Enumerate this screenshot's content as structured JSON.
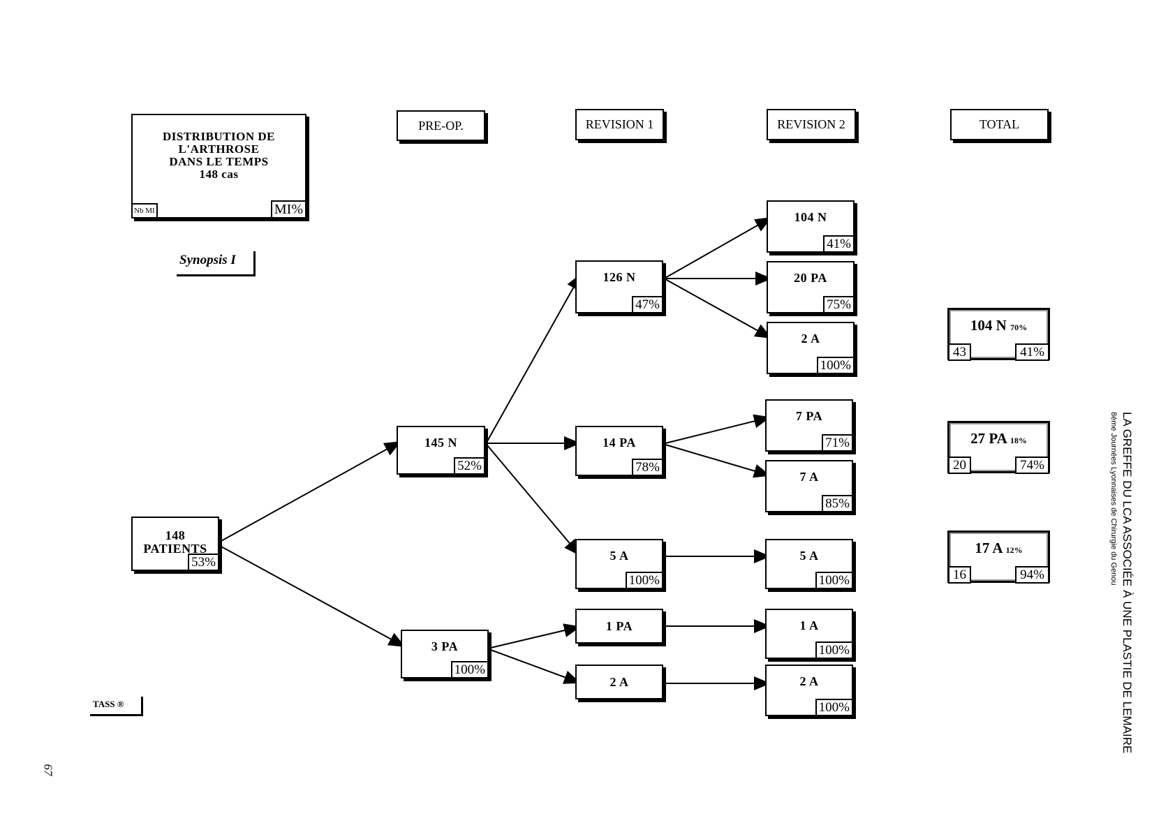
{
  "title_box": {
    "lines": [
      "DISTRIBUTION DE",
      "L'ARTHROSE",
      "DANS LE TEMPS",
      "148 cas"
    ],
    "left_tag": "Nb MI",
    "right_tag": "MI%"
  },
  "synopsis": "Synopsis I",
  "tass": "TASS ®",
  "page_number": "67",
  "headers": [
    "PRE-OP.",
    "REVISION 1",
    "REVISION 2",
    "TOTAL"
  ],
  "nodes": {
    "root": {
      "lines": [
        "148",
        "PATIENTS"
      ],
      "pct": "53%"
    },
    "pre_n": {
      "label": "145 N",
      "pct": "52%"
    },
    "pre_pa": {
      "label": "3 PA",
      "pct": "100%"
    },
    "r1_126n": {
      "label": "126 N",
      "pct": "47%"
    },
    "r1_14pa": {
      "label": "14 PA",
      "pct": "78%"
    },
    "r1_5a": {
      "label": "5 A",
      "pct": "100%"
    },
    "r1_1pa": {
      "label": "1 PA",
      "pct": ""
    },
    "r1_2a": {
      "label": "2 A",
      "pct": ""
    },
    "r2_104n": {
      "label": "104 N",
      "pct": "41%"
    },
    "r2_20pa": {
      "label": "20 PA",
      "pct": "75%"
    },
    "r2_2a": {
      "label": "2 A",
      "pct": "100%"
    },
    "r2_7pa": {
      "label": "7 PA",
      "pct": "71%"
    },
    "r2_7a": {
      "label": "7 A",
      "pct": "85%"
    },
    "r2_5a": {
      "label": "5 A",
      "pct": "100%"
    },
    "r2_1a": {
      "label": "1 A",
      "pct": "100%"
    },
    "r2_2a_b": {
      "label": "2 A",
      "pct": "100%"
    }
  },
  "totals": [
    {
      "label": "104 N",
      "share": "70%",
      "count": "43",
      "pct": "41%"
    },
    {
      "label": "27 PA",
      "share": "18%",
      "count": "20",
      "pct": "74%"
    },
    {
      "label": "17 A",
      "share": "12%",
      "count": "16",
      "pct": "94%"
    }
  ],
  "sidebar": {
    "line1": "8ème Journées Lyonnaises de Chirurgie du Genou",
    "line2": "LA GREFFE DU LCA ASSOCIÉE À UNE PLASTIE DE LEMAIRE"
  }
}
